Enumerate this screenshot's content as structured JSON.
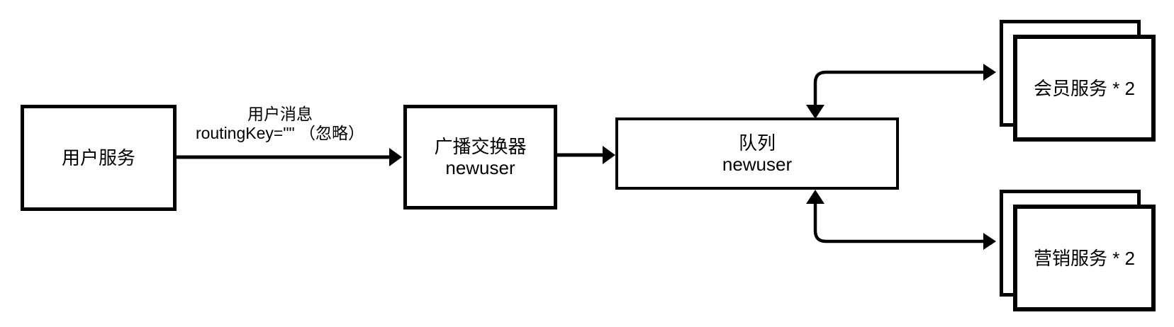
{
  "diagram": {
    "colors": {
      "background": "#ffffff",
      "stroke": "#000000",
      "text": "#000000"
    },
    "nodes": {
      "user_service": {
        "label": "用户服务"
      },
      "broadcast_exchange": {
        "line1": "广播交换器",
        "line2": "newuser"
      },
      "queue": {
        "line1": "队列",
        "line2": "newuser"
      },
      "member_service": {
        "label": "会员服务 * 2"
      },
      "marketing_service": {
        "label": "营销服务 * 2"
      }
    },
    "edges": {
      "user_to_exchange": {
        "line1": "用户消息",
        "line2": "routingKey=\"\" （忽略）"
      }
    }
  }
}
